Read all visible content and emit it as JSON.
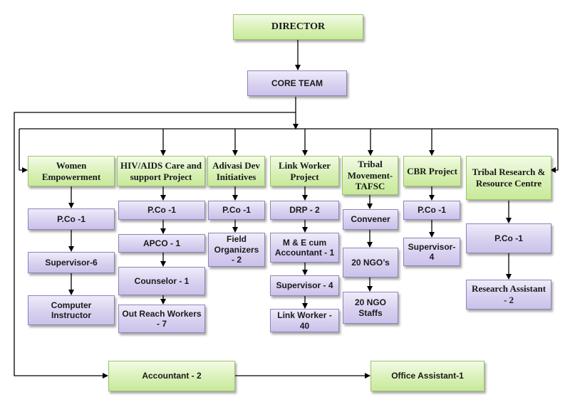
{
  "director": "DIRECTOR",
  "core_team": "CORE TEAM",
  "projects": [
    {
      "title": "Women Empowerment",
      "staff": [
        "P.Co -1",
        "Supervisor-6",
        "Computer Instructor"
      ]
    },
    {
      "title": "HIV/AIDS Care and support Project",
      "staff": [
        "P.Co -1",
        "APCO - 1",
        "Counselor - 1",
        "Out Reach Workers - 7"
      ]
    },
    {
      "title": "Adivasi Dev Initiatives",
      "staff": [
        "P.Co -1",
        "Field Organizers - 2"
      ]
    },
    {
      "title": "Link Worker Project",
      "staff": [
        "DRP - 2",
        "M & E cum Accountant - 1",
        "Supervisor - 4",
        "Link Worker - 40"
      ]
    },
    {
      "title": "Tribal Movement-TAFSC",
      "staff": [
        "Convener",
        "20 NGO’s",
        "20 NGO Staffs"
      ]
    },
    {
      "title": "CBR Project",
      "staff": [
        "P.Co -1",
        "Supervisor-4"
      ]
    },
    {
      "title": "Tribal Research & Resource Centre",
      "staff": [
        "P.Co -1",
        "Research Assistant - 2"
      ]
    }
  ],
  "accountant": "Accountant - 2",
  "office_assistant": "Office Assistant-1"
}
